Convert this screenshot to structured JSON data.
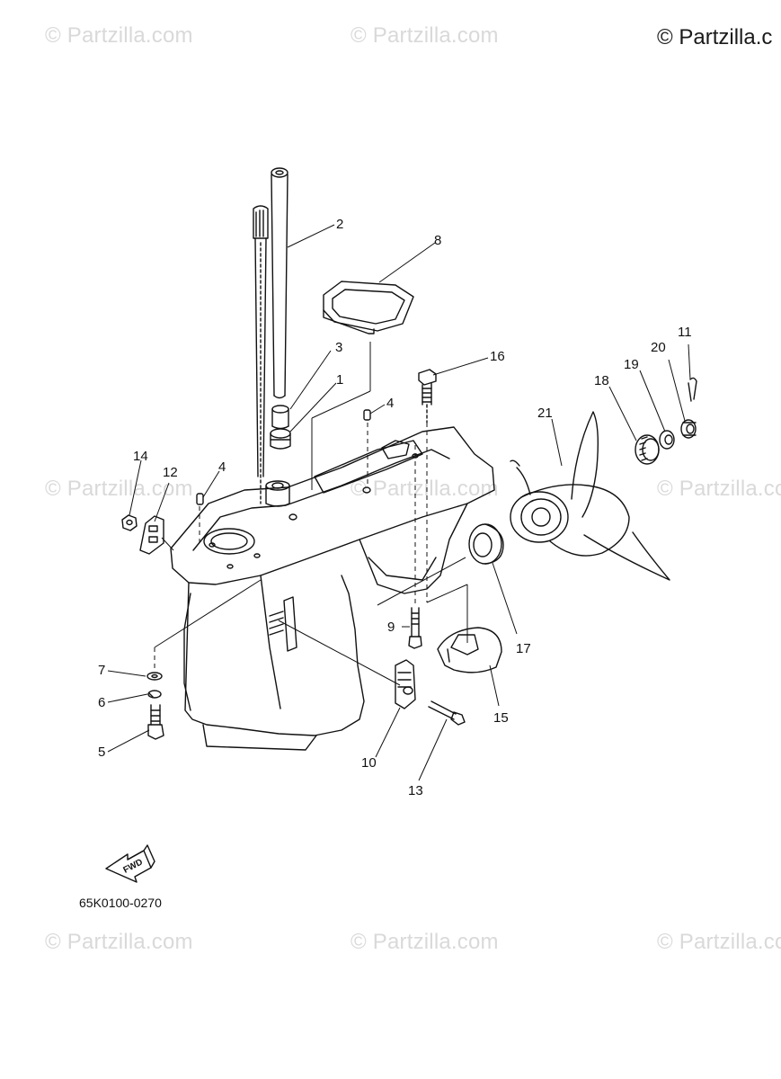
{
  "watermarks": {
    "faint": "© Partzilla.com",
    "corner": "© Partzilla.c"
  },
  "diagram": {
    "part_code": "65K0100-0270",
    "fwd_label": "FWD",
    "callouts": [
      "1",
      "2",
      "3",
      "4",
      "4",
      "5",
      "6",
      "7",
      "8",
      "9",
      "10",
      "11",
      "12",
      "13",
      "14",
      "15",
      "16",
      "17",
      "18",
      "19",
      "20",
      "21"
    ]
  }
}
